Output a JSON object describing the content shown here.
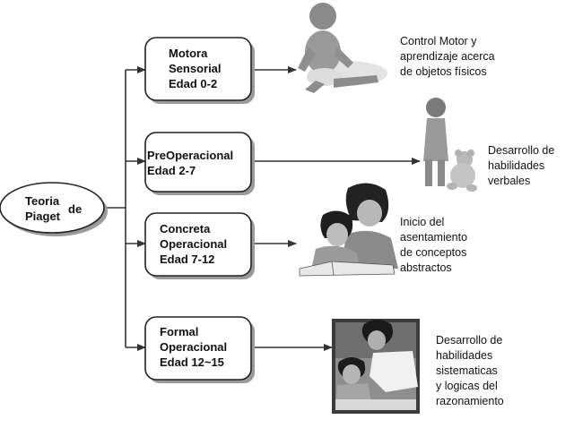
{
  "root": {
    "main": "Teoria\nPiaget",
    "suffix": "de"
  },
  "stages": [
    {
      "label": "Motora\nSensorial\nEdad 0-2",
      "description": "Control Motor y\naprendizaje acerca\nde objetos físicos",
      "illustration": "seated-baby"
    },
    {
      "label": "PreOperacional\nEdad 2-7",
      "description": "Desarrollo de\nhabilidades\nverbales",
      "illustration": "toddler-with-teddy-bear"
    },
    {
      "label": "Concreta\nOperacional\nEdad 7-12",
      "description": "Inicio del\nasentamiento\nde conceptos\nabstractos",
      "illustration": "mother-reading-with-child"
    },
    {
      "label": "Formal\nOperacional\nEdad 12~15",
      "description": "Desarrollo de\nhabilidades\nsistematicas\ny logicas del\nrazonamiento",
      "illustration": "teen-studying-with-adult"
    }
  ],
  "colors": {
    "box_fill": "#ffffff",
    "box_stroke": "#222222",
    "connector": "#333333",
    "shadow": "#9a9a9a"
  }
}
